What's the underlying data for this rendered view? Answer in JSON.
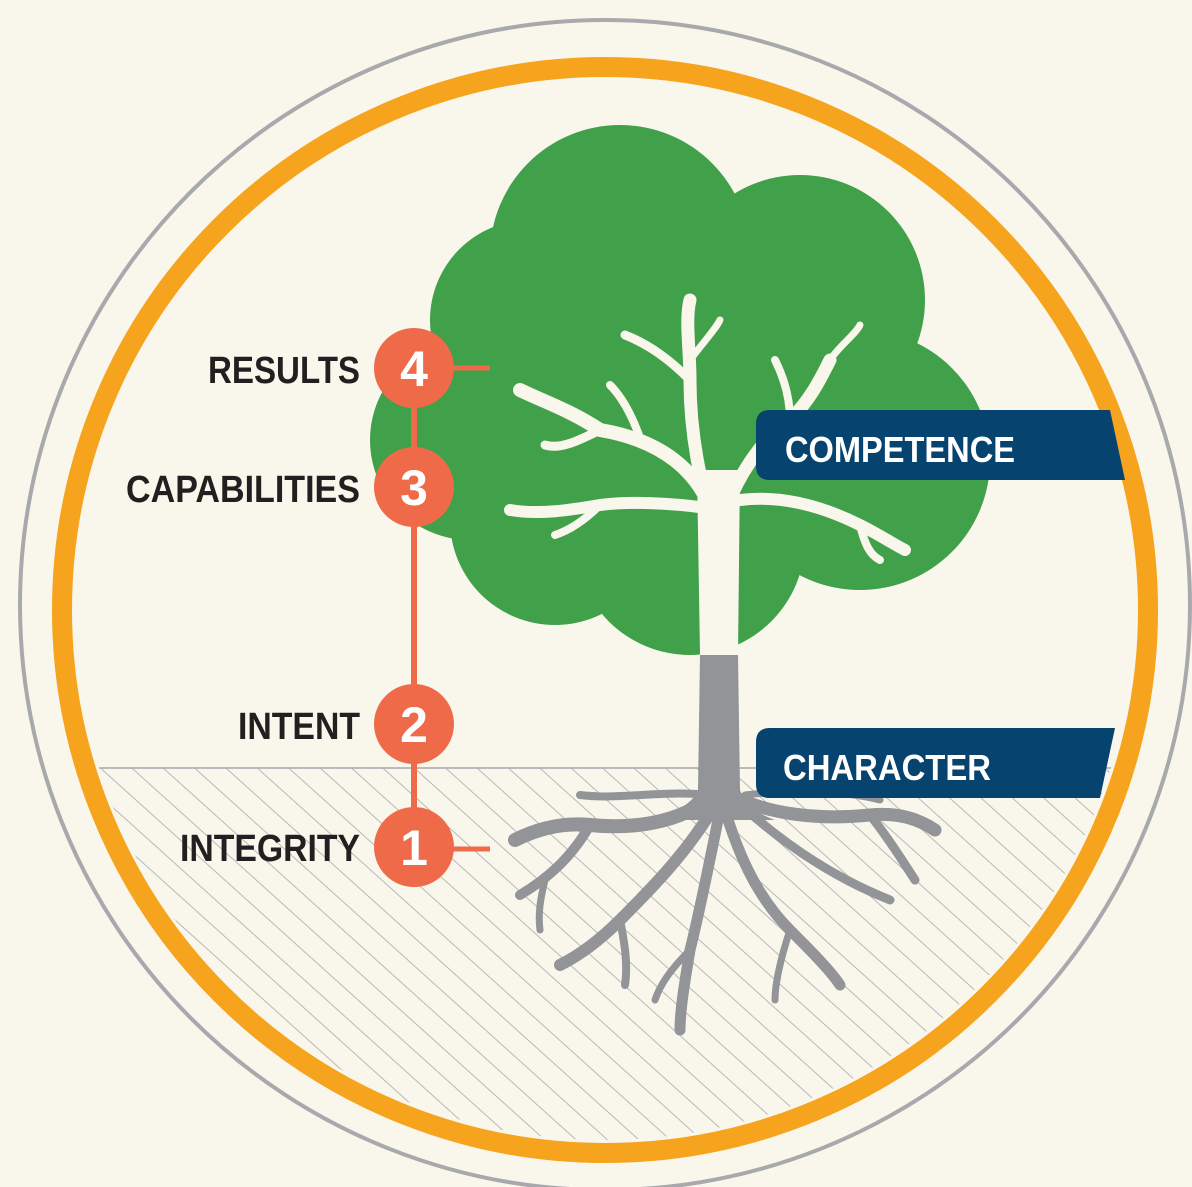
{
  "levels": [
    {
      "number": "4",
      "label": "RESULTS"
    },
    {
      "number": "3",
      "label": "CAPABILITIES"
    },
    {
      "number": "2",
      "label": "INTENT"
    },
    {
      "number": "1",
      "label": "INTEGRITY"
    }
  ],
  "banners": {
    "competence": "COMPETENCE",
    "character": "CHARACTER"
  },
  "colors": {
    "background": "#f9f6ec",
    "outer_ring": "#a7a9ac",
    "orange_ring": "#f6a31d",
    "canopy": "#41a04a",
    "trunk_upper": "#f9f6ec",
    "trunk_lower": "#929497",
    "badge": "#ef6a48",
    "banner": "#07436f",
    "label_text": "#231f20"
  }
}
